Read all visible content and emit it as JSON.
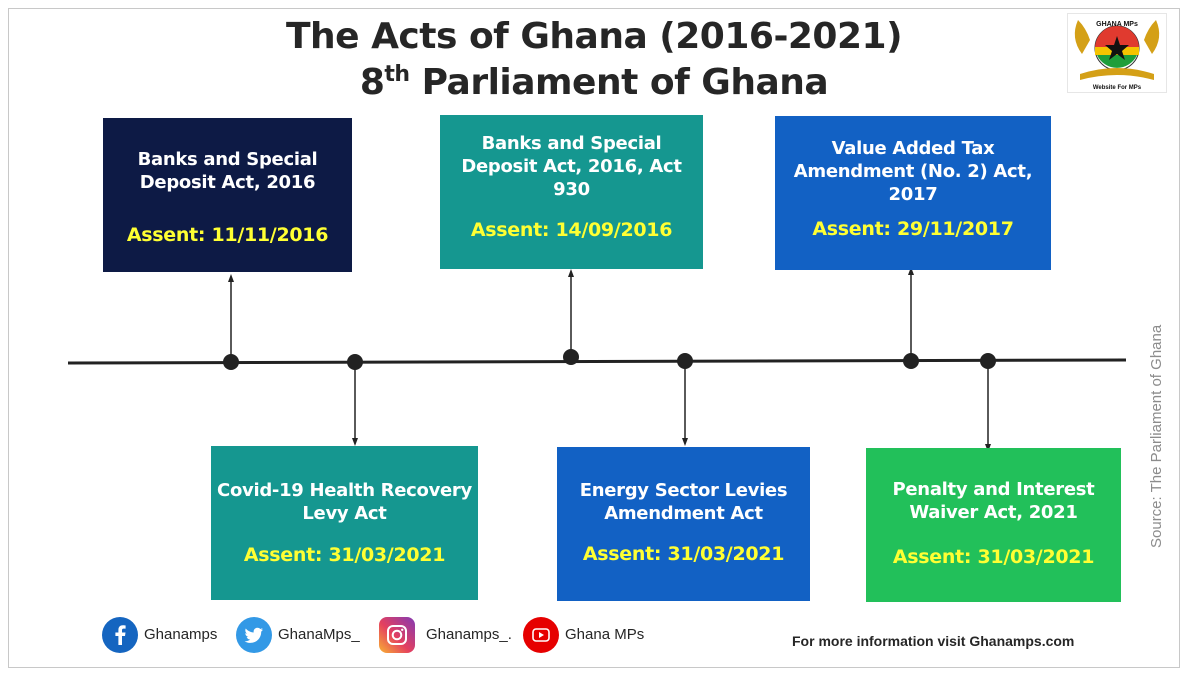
{
  "title_line1": "The Acts of Ghana (2016-2021)",
  "title_line2_prefix": "8",
  "title_line2_sup": "th",
  "title_line2_suffix": " Parliament of Ghana",
  "logo": {
    "top_text": "GHANA MPs",
    "bottom_text": "Website For MPs",
    "icon": "ghana-coat-of-arms"
  },
  "acts_above": [
    {
      "name": "Banks and Special Deposit Act, 2016",
      "assent": "Assent: 11/11/2016",
      "color": "#0d1a45"
    },
    {
      "name": "Banks and Special Deposit Act, 2016, Act 930",
      "assent": "Assent: 14/09/2016",
      "color": "#159790"
    },
    {
      "name": "Value Added Tax Amendment (No. 2) Act, 2017",
      "assent": "Assent: 29/11/2017",
      "color": "#1261c4"
    }
  ],
  "acts_below": [
    {
      "name": "Covid-19 Health Recovery Levy Act",
      "assent": "Assent: 31/03/2021",
      "color": "#159790"
    },
    {
      "name": "Energy Sector Levies Amendment Act",
      "assent": "Assent: 31/03/2021",
      "color": "#1261c4"
    },
    {
      "name": "Penalty and Interest Waiver Act, 2021",
      "assent": "Assent: 31/03/2021",
      "color": "#22c05a"
    }
  ],
  "source": "Source: The Parliament of Ghana",
  "social": [
    {
      "icon": "facebook-icon",
      "label": "Ghanamps",
      "color": "#1565c0"
    },
    {
      "icon": "twitter-icon",
      "label": "GhanaMps_",
      "color": "#3399e6"
    },
    {
      "icon": "instagram-icon",
      "label": "Ghanamps_.",
      "color": "#c13584"
    },
    {
      "icon": "youtube-icon",
      "label": "Ghana MPs",
      "color": "#e60000"
    }
  ],
  "more_info": "For more information visit Ghanamps.com"
}
